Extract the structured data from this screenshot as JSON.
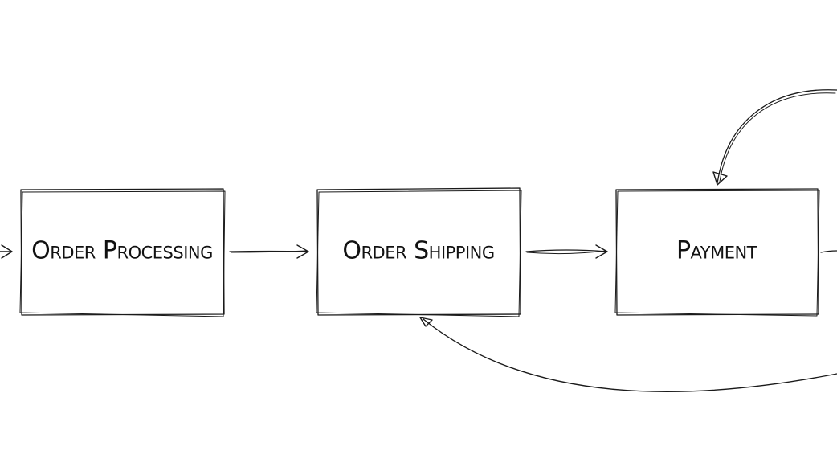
{
  "nodes": [
    {
      "id": "order-processing",
      "label": "Order Processing"
    },
    {
      "id": "order-shipping",
      "label": "Order Shipping"
    },
    {
      "id": "payment",
      "label": "Payment"
    }
  ],
  "edges": [
    {
      "from": "external",
      "to": "order-processing"
    },
    {
      "from": "order-processing",
      "to": "order-shipping"
    },
    {
      "from": "order-shipping",
      "to": "payment"
    },
    {
      "from": "external",
      "to": "payment"
    },
    {
      "from": "payment",
      "to": "order-shipping"
    }
  ],
  "colors": {
    "stroke": "#1a1a1a",
    "background": "#ffffff"
  }
}
